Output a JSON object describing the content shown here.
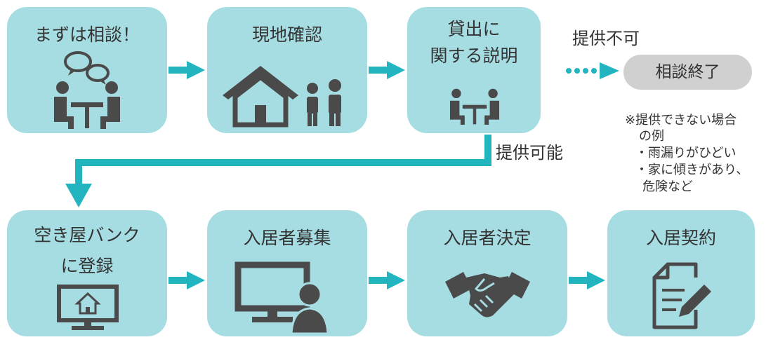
{
  "colors": {
    "box_fill": "#a6dde3",
    "arrow": "#22b5c0",
    "icon": "#4a4a4a",
    "end_pill": "#d0d0d0",
    "text": "#333333"
  },
  "steps": [
    {
      "title": "まずは相談！",
      "icon": "consultation-bubbles-icon"
    },
    {
      "title": "現地確認",
      "icon": "house-with-people-icon"
    },
    {
      "title_lines": [
        "貸出に",
        "関する説明"
      ],
      "icon": "meeting-table-icon"
    },
    {
      "title_lines": [
        "空き屋バンク",
        "に登録"
      ],
      "icon": "monitor-house-icon"
    },
    {
      "title": "入居者募集",
      "icon": "monitor-person-icon"
    },
    {
      "title": "入居者決定",
      "icon": "handshake-icon"
    },
    {
      "title": "入居契約",
      "icon": "contract-pen-icon"
    }
  ],
  "branch_labels": {
    "not_available": "提供不可",
    "available": "提供可能"
  },
  "end_state": "相談終了",
  "note": {
    "line1": "※提供できない場合",
    "line2": "の例",
    "examples": [
      "・雨漏りがひどい",
      "・家に傾きがあり、",
      "危険など"
    ]
  }
}
